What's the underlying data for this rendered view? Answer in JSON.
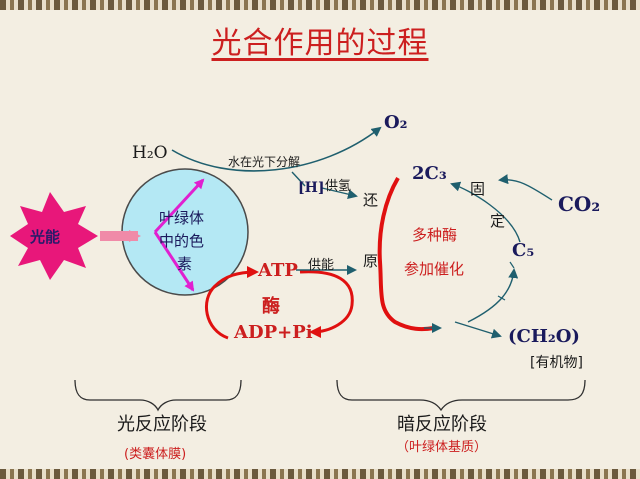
{
  "title": "光合作用的过程",
  "labels": {
    "h2o": "H₂O",
    "water_split": "水在光下分解",
    "o2": "O₂",
    "h": "[H]",
    "supply_h": "供氢",
    "huan": "还",
    "yuan": "原",
    "twoc3": "2C₃",
    "gu": "固",
    "ding": "定",
    "co2": "CO₂",
    "enzymes": "多种酶",
    "catalysis": "参加催化",
    "c5": "C₅",
    "ch2o": "(CH₂O)",
    "organic": "[有机物]",
    "light": "光能",
    "chlorophyll_1": "叶绿体",
    "chlorophyll_2": "中的色",
    "chlorophyll_3": "素",
    "atp": "ATP",
    "supply_energy": "供能",
    "mei": "酶",
    "adp": "ADP+Pi",
    "light_stage": "光反应阶段",
    "light_site": "(类囊体膜)",
    "dark_stage": "暗反应阶段",
    "dark_site": "（叶绿体基质）"
  },
  "colors": {
    "title": "#cc1f1f",
    "arrow_red": "#e01010",
    "arrow_teal": "#1f5f6e",
    "circle_fill": "#b4e8f4",
    "star_fill": "#e8177a",
    "magenta": "#e020d0"
  }
}
